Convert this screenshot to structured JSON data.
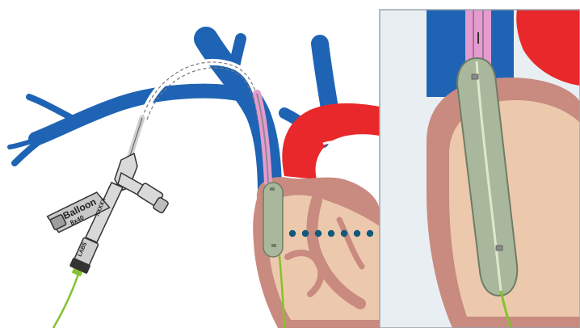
{
  "device": {
    "brand_label": "Balloon",
    "size_label": "8x40",
    "code_label": "XXXXX",
    "lot_label": "LAB5"
  },
  "colors": {
    "vein_blue": "#1f64b4",
    "artery_red": "#e8282a",
    "heart_wall": "#c98a80",
    "heart_tissue": "#ecc9ad",
    "balloon": "#a9b79d",
    "guidewire": "#86c22d",
    "sheath": "#e59bcf",
    "callout_dots": "#11587a",
    "inset_panel": "#e8eef2"
  },
  "icons": {
    "device": "balloon-catheter-icon",
    "organ": "heart-icon"
  }
}
